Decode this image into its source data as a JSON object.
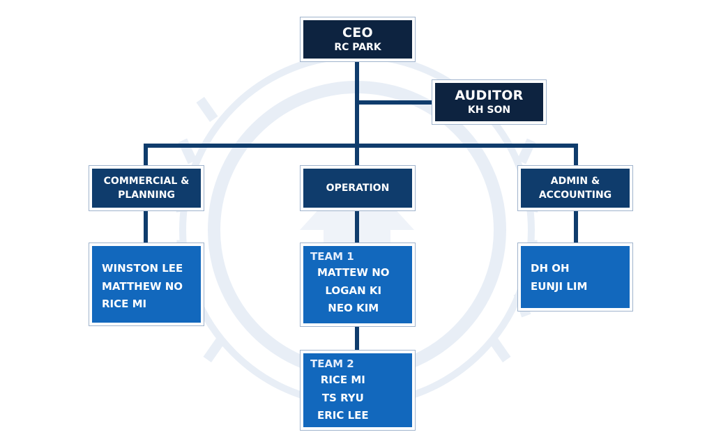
{
  "ceo": {
    "title": "CEO",
    "name": "RC PARK"
  },
  "auditor": {
    "title": "AUDITOR",
    "name": "KH SON"
  },
  "departments": {
    "commercial": {
      "line1": "COMMERCIAL &",
      "line2": "PLANNING"
    },
    "operation": {
      "line1": "OPERATION"
    },
    "admin": {
      "line1": "ADMIN &",
      "line2": "ACCOUNTING"
    }
  },
  "commercial_members": [
    "WINSTON LEE",
    "MATTHEW NO",
    "RICE MI"
  ],
  "team1": {
    "title": "TEAM 1",
    "members": [
      "MATTEW NO",
      "LOGAN KI",
      "NEO KIM"
    ]
  },
  "team2": {
    "title": "TEAM 2",
    "members": [
      "RICE MI",
      "TS RYU",
      "ERIC LEE"
    ]
  },
  "admin_members": [
    "DH OH",
    "EUNJI LIM"
  ],
  "colors": {
    "executive": "#0d2340",
    "department": "#0f3c6c",
    "members": "#1268bd",
    "connector": "#0f3c6c",
    "watermark": "#e7edf5"
  }
}
